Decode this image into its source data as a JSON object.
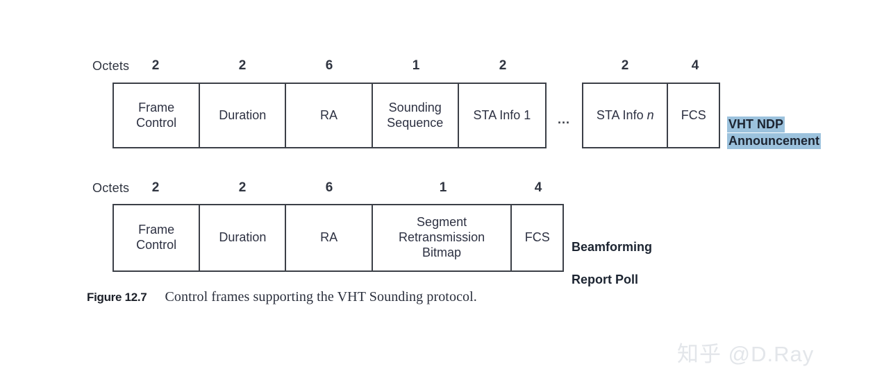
{
  "figure": {
    "caption_number": "Figure 12.7",
    "caption_text": "Control frames supporting the VHT Sounding protocol.",
    "colors": {
      "highlight": "#9cc2dd",
      "box_border": "#3b3f47",
      "text": "#2d3142",
      "watermark": "#e3e6ea"
    }
  },
  "frames": [
    {
      "id": "vht-ndp-announcement",
      "octets_label": "Octets",
      "octet_values": [
        "2",
        "2",
        "6",
        "1",
        "2",
        "2",
        "4"
      ],
      "separator": "...",
      "annotation": {
        "lines": [
          "VHT NDP",
          "Announcement"
        ],
        "highlighted": true
      },
      "group_a": {
        "fields": [
          {
            "label": "Frame\nControl",
            "octets": "2"
          },
          {
            "label": "Duration",
            "octets": "2"
          },
          {
            "label": "RA",
            "octets": "6"
          },
          {
            "label": "Sounding\nSequence",
            "octets": "1"
          },
          {
            "label": "STA Info 1",
            "octets": "2"
          }
        ]
      },
      "group_b": {
        "fields": [
          {
            "label": "STA Info n",
            "octets": "2",
            "italic_tail": "n"
          },
          {
            "label": "FCS",
            "octets": "4"
          }
        ]
      }
    },
    {
      "id": "beamforming-report-poll",
      "octets_label": "Octets",
      "octet_values": [
        "2",
        "2",
        "6",
        "1",
        "4"
      ],
      "annotation": {
        "lines": [
          "Beamforming",
          "Report Poll"
        ],
        "highlighted": false
      },
      "group_a": {
        "fields": [
          {
            "label": "Frame\nControl",
            "octets": "2"
          },
          {
            "label": "Duration",
            "octets": "2"
          },
          {
            "label": "RA",
            "octets": "6"
          },
          {
            "label": "Segment\nRetransmission\nBitmap",
            "octets": "1"
          },
          {
            "label": "FCS",
            "octets": "4"
          }
        ]
      }
    }
  ],
  "watermark": {
    "text": "知乎 @D.Ray"
  }
}
